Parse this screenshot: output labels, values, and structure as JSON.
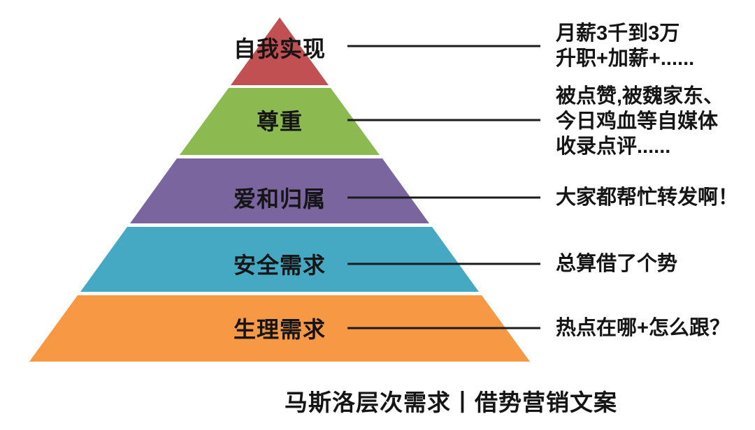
{
  "caption": "马斯洛层次需求丨借势营销文案",
  "colors": {
    "background": "#ffffff",
    "ink": "#1b1b1b"
  },
  "levels": [
    {
      "label": "自我实现",
      "color": "#c05052",
      "annotation_lines": [
        "月薪3千到3万",
        "升职+加薪+......"
      ]
    },
    {
      "label": "尊重",
      "color": "#8dba50",
      "annotation_lines": [
        "被点赞,被魏家东、",
        "今日鸡血等自媒体",
        "收录点评......"
      ]
    },
    {
      "label": "爱和归属",
      "color": "#7a659f",
      "annotation_lines": [
        "大家都帮忙转发啊！"
      ]
    },
    {
      "label": "安全需求",
      "color": "#46a9c3",
      "annotation_lines": [
        "总算借了个势"
      ]
    },
    {
      "label": "生理需求",
      "color": "#f79845",
      "annotation_lines": [
        "热点在哪+怎么跟？"
      ]
    }
  ]
}
